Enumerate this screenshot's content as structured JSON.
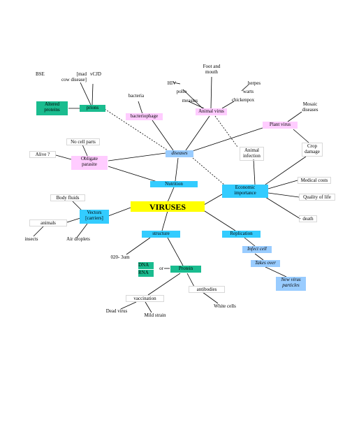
{
  "colors": {
    "yellow": "#ffff00",
    "blue": "#33ccff",
    "pink": "#ffccff",
    "green": "#1abc8f",
    "lightblue": "#99ccff",
    "white": "#ffffff",
    "line": "#000000"
  },
  "nodes": {
    "viruses": "VIRUSES",
    "nutrition": "Nutrition",
    "structure": "structure",
    "replication": "Replication",
    "economic_importance": "Economic\nimportance",
    "vectors": "Vectors\n[carriers]",
    "obligate_parasite": "Obligate\nparasite",
    "no_cell_parts": "No cell parts",
    "alive": "Alive ?",
    "diseases": "diseases",
    "bacteriophage": "bacteriophage",
    "bacteria": "bacteria",
    "prions": "prions",
    "altered_proteins": "Altered\nproteins",
    "bse": "BSE",
    "mad_cow": "[mad\ncow disease]",
    "vcjd": "vCJD",
    "animal_virus": "Animal virus",
    "hiv": "HIV",
    "polio": "polio",
    "measles": "measles",
    "foot_mouth": "Foot and\nmouth",
    "herpes": "herpes",
    "warts": "warts",
    "chickenpox": "chickenpox",
    "plant_virus": "Plant virus",
    "mosaic_diseases": "Mosaic\ndiseases",
    "crop_damage": "Crop\ndamage",
    "animal_infection": "Animal\ninfection",
    "medical_costs": "Medical costs",
    "quality_of_life": "Quality of life",
    "death": "death",
    "body_fluids": "Body fluids",
    "animals": "animals",
    "insects": "insects",
    "air_droplets": "Air droplets",
    "size": "020- 3um",
    "dna": "DNA",
    "rna": "RNA",
    "or": "or",
    "protein": "Protein",
    "vaccination": "vaccination",
    "antibodies": "antibodies",
    "white_cells": "White cells",
    "dead_virus": "Dead virus",
    "mild_strain": "Mild strain",
    "infect_cell": "Infect cell",
    "takes_over": "Takes over",
    "new_virus_particles": "New virus\nparticles"
  }
}
